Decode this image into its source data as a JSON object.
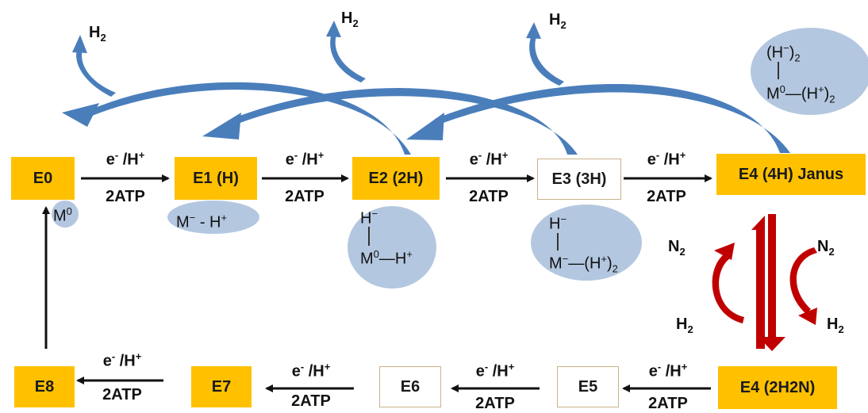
{
  "states": {
    "e0": "E0",
    "e1": "E1 (H)",
    "e2": "E2 (2H)",
    "e3": "E3 (3H)",
    "e4_janus": "E4 (4H) Janus",
    "e4_n": "E4 (2H2N)",
    "e5": "E5",
    "e6": "E6",
    "e7": "E7",
    "e8": "E8"
  },
  "step": {
    "electron": "e",
    "electron_sup": "-",
    "proton": " /H",
    "proton_sup": "+",
    "atp": "2ATP"
  },
  "gases": {
    "h2": "H",
    "h2_sub": "2",
    "n2": "N",
    "n2_sub": "2"
  },
  "metal": {
    "m": "M",
    "sup0": "0",
    "supminus": "−",
    "hminus": "H",
    "hplus": "H",
    "plus": "+",
    "lpar": "(",
    "rpar": ")",
    "two": "2",
    "sep": " - ",
    "dash": "—"
  },
  "colors": {
    "filled": "#FFC000",
    "outline": "#c9b28a",
    "bubble": "#b4c7e0",
    "curve": "#4a7ebb",
    "red": "#c00000"
  }
}
